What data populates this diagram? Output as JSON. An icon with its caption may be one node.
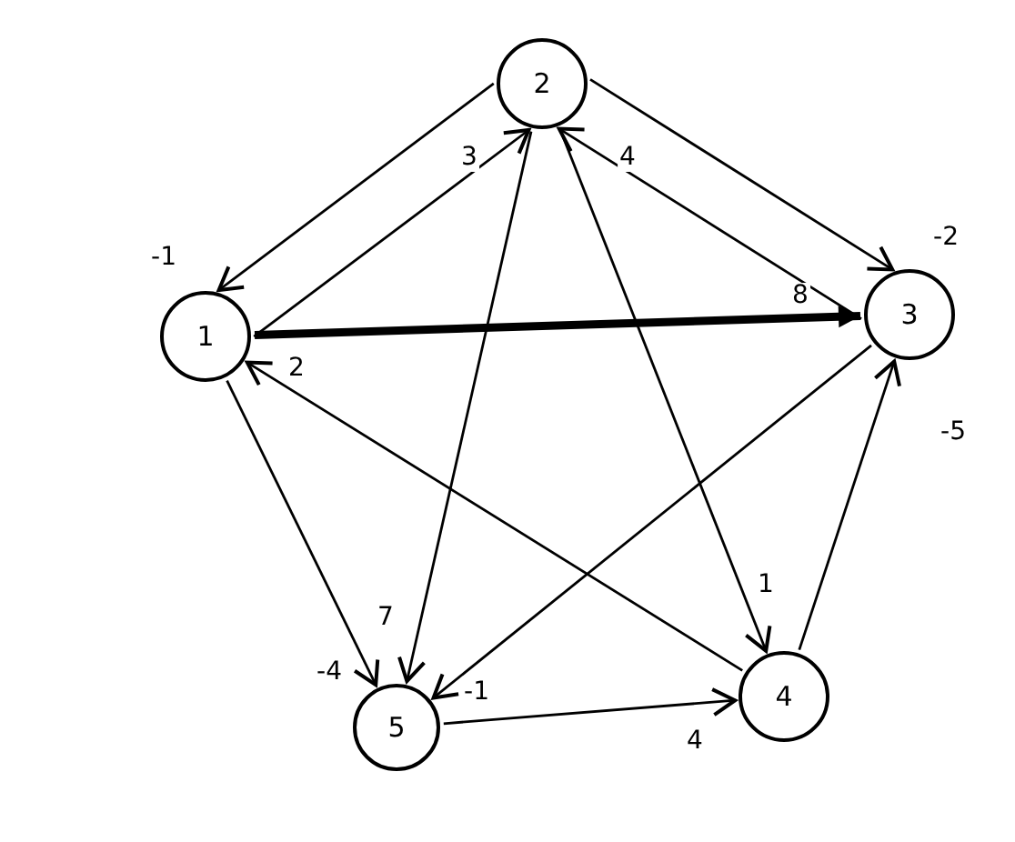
{
  "diagram": {
    "nodes": [
      {
        "text": [
          "1"
        ]
      },
      {
        "text": [
          "2"
        ]
      },
      {
        "text": [
          "3"
        ]
      },
      {
        "text": [
          "4"
        ]
      },
      {
        "text": [
          "5"
        ]
      }
    ],
    "edges": [
      {
        "from": 1,
        "to": 0,
        "arrow": "to",
        "label": "-1"
      },
      {
        "from": 0,
        "to": 1,
        "arrow": "to",
        "label": "3"
      },
      {
        "from": 1,
        "to": 2,
        "arrow": "to",
        "label": "-2"
      },
      {
        "from": 2,
        "to": 1,
        "arrow": "to",
        "label": "4"
      },
      {
        "from": 0,
        "to": 2,
        "arrow": "to",
        "label": "8",
        "style": "thick"
      },
      {
        "from": 1,
        "to": 4,
        "arrow": "to",
        "label": "7"
      },
      {
        "from": 1,
        "to": 3,
        "arrow": "to",
        "label": "1"
      },
      {
        "from": 2,
        "to": 4,
        "arrow": "to",
        "label": "-1"
      },
      {
        "from": 3,
        "to": 0,
        "arrow": "to",
        "label": "2"
      },
      {
        "from": 3,
        "to": 2,
        "arrow": "to",
        "label": "-5"
      },
      {
        "from": 0,
        "to": 4,
        "arrow": "to",
        "label": "-4"
      },
      {
        "from": 4,
        "to": 3,
        "arrow": "to",
        "label": "4"
      }
    ]
  }
}
